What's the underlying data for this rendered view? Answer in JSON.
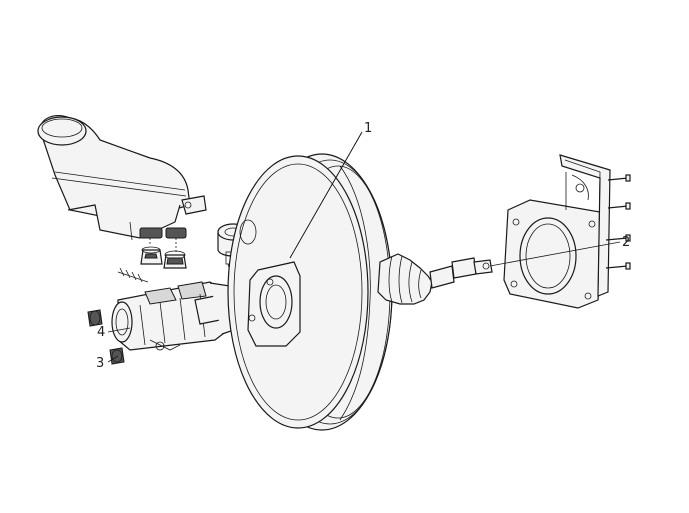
{
  "callouts": {
    "c1": "1",
    "c2": "2",
    "c3": "3",
    "c4": "4"
  }
}
